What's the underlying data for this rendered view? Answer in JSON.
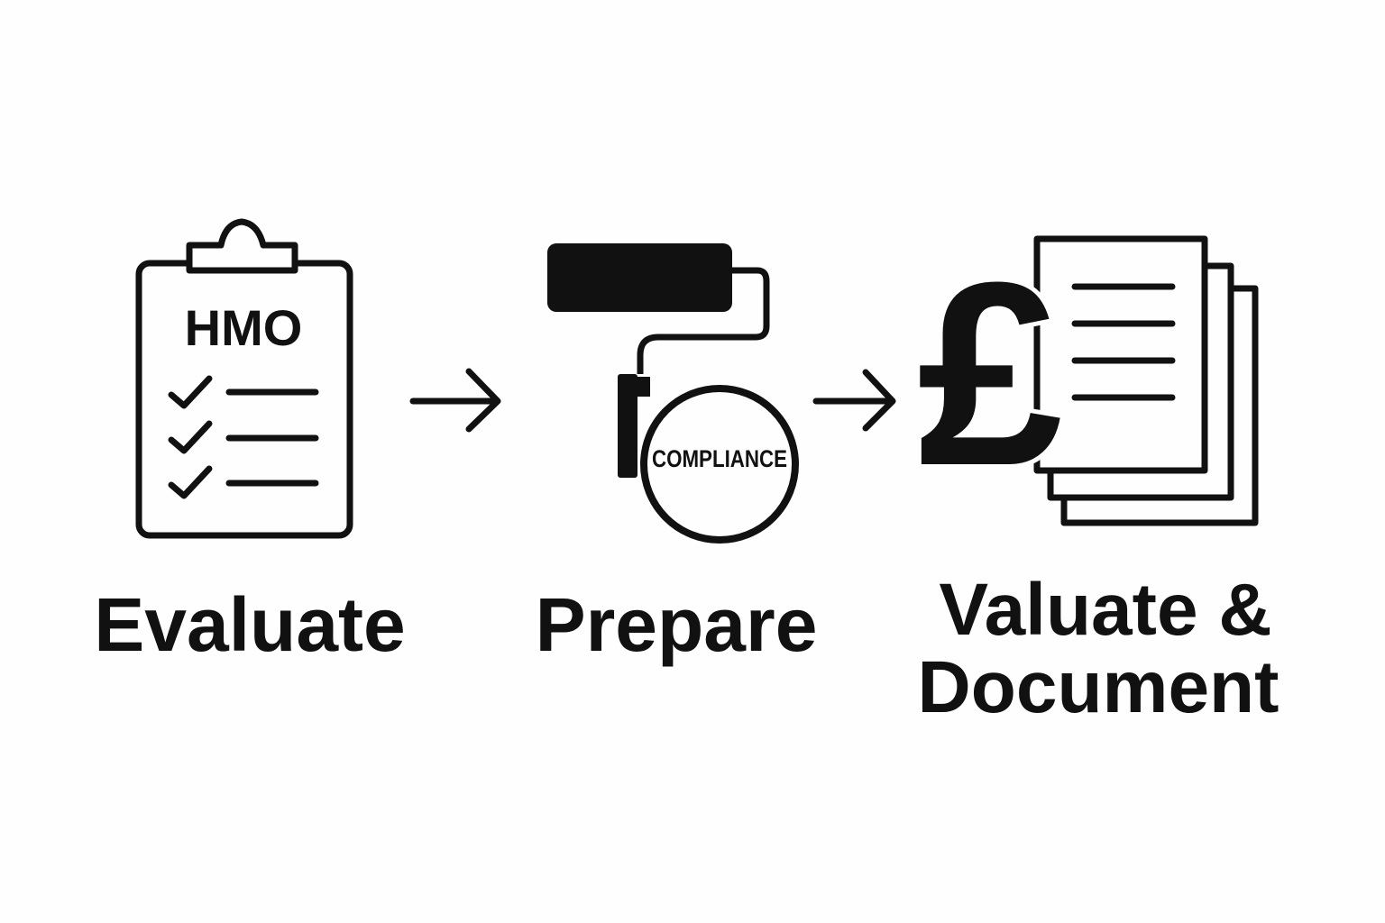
{
  "steps": [
    {
      "label": "Evaluate",
      "icon": "clipboard-checklist-icon",
      "icon_text": "HMO"
    },
    {
      "label": "Prepare",
      "icon": "paint-roller-icon",
      "icon_text": "COMPLIANCE"
    },
    {
      "label_line1": "Valuate &",
      "label_line2": "Document",
      "icon": "pound-documents-icon",
      "icon_text": "£"
    }
  ],
  "colors": {
    "ink": "#111111",
    "background": "#fefefe"
  }
}
